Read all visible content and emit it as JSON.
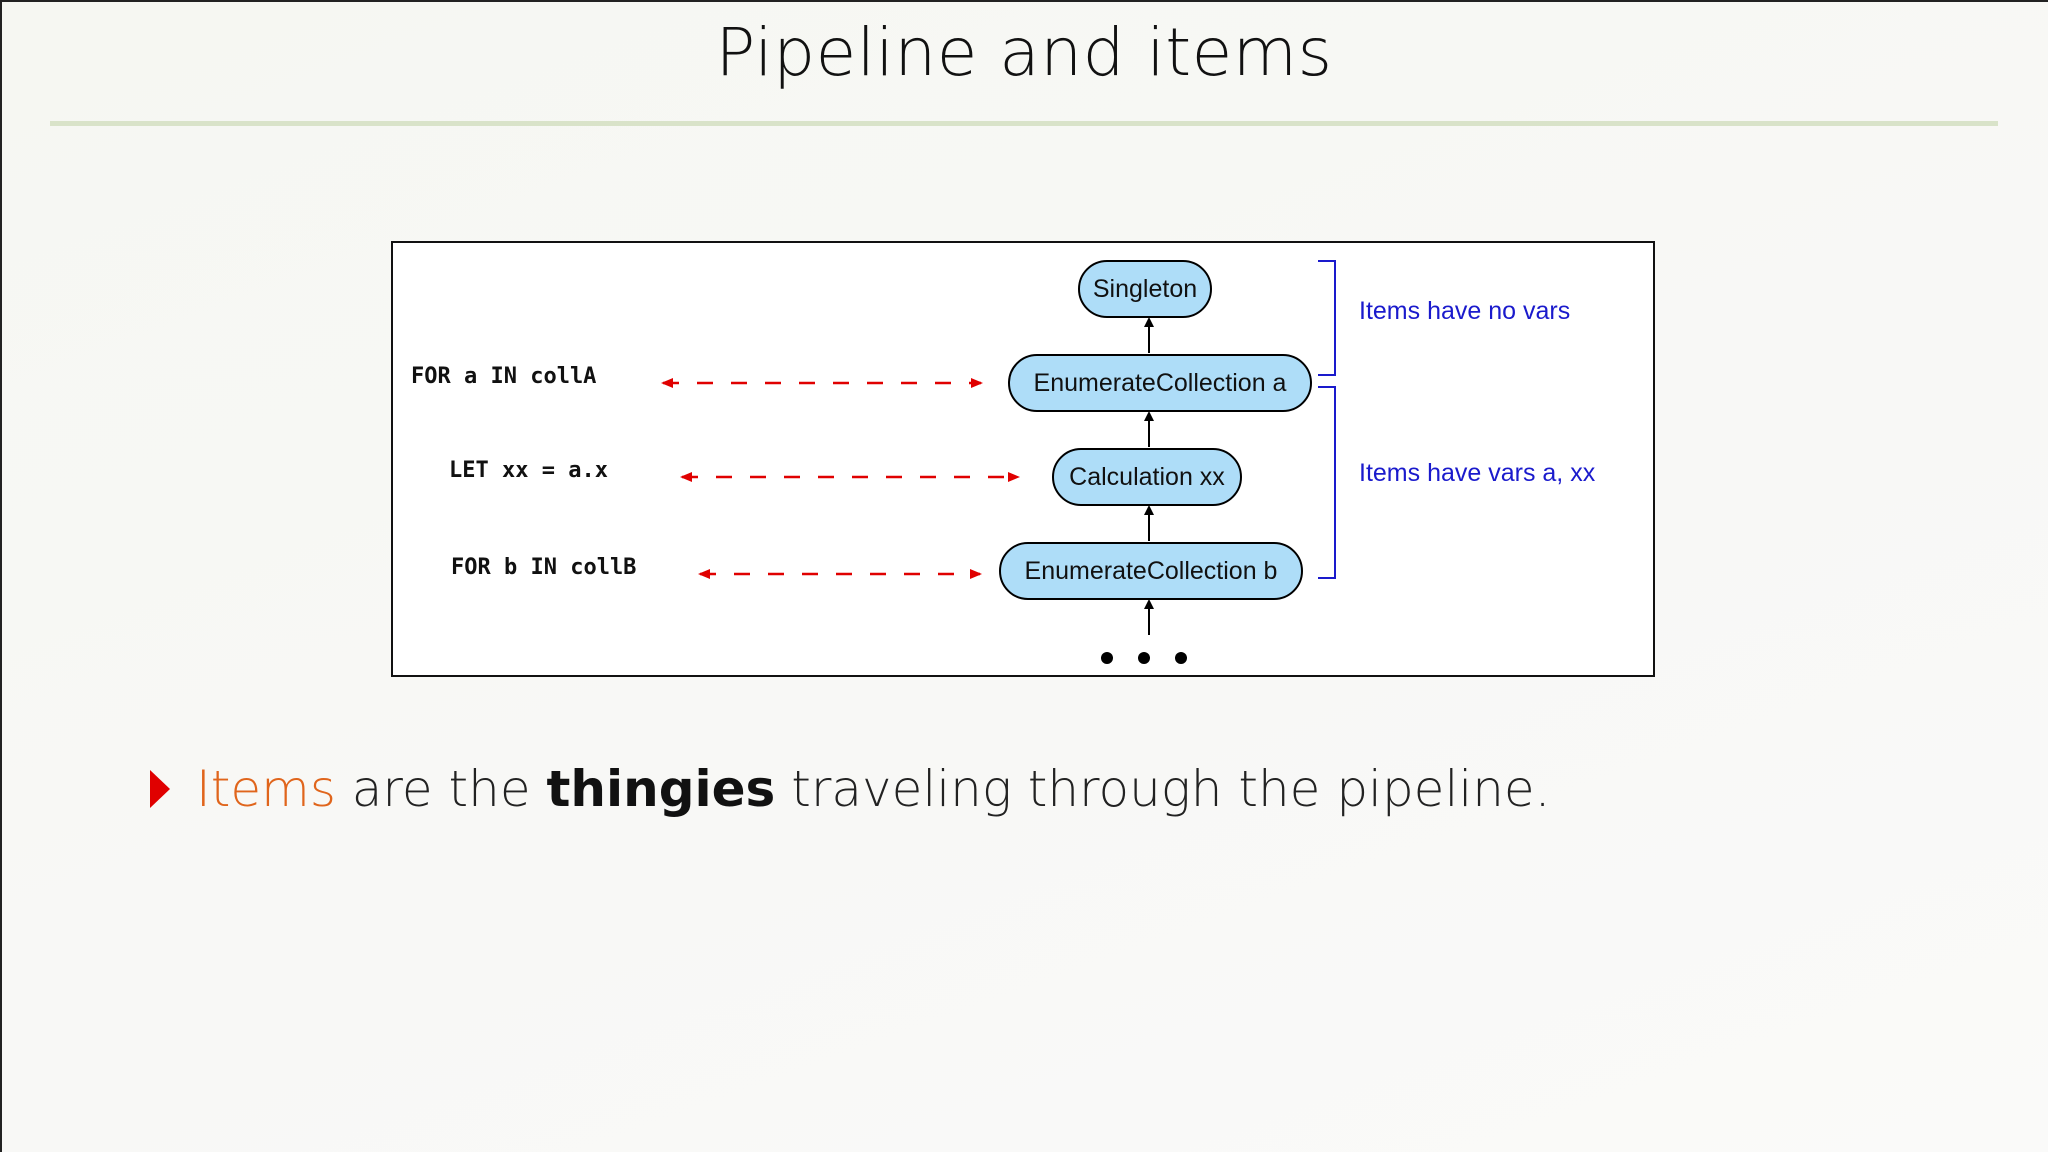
{
  "slide": {
    "title": "Pipeline and items"
  },
  "diagram": {
    "nodes": [
      {
        "id": "singleton",
        "label": "Singleton"
      },
      {
        "id": "enum-a",
        "label": "EnumerateCollection a"
      },
      {
        "id": "calc-xx",
        "label": "Calculation xx"
      },
      {
        "id": "enum-b",
        "label": "EnumerateCollection b"
      }
    ],
    "code_lines": [
      {
        "id": "for-a",
        "text": "FOR a IN collA"
      },
      {
        "id": "let-xx",
        "text": "LET xx = a.x"
      },
      {
        "id": "for-b",
        "text": "FOR b IN collB"
      }
    ],
    "annotations": [
      {
        "id": "no-vars",
        "text": "Items have no vars"
      },
      {
        "id": "vars-a-xx",
        "text": "Items have vars a, xx"
      }
    ],
    "colors": {
      "node_fill": "#aeddf8",
      "dashed_arrow": "#e00000",
      "bracket": "#1a1acc"
    }
  },
  "bullet": {
    "word_items": "Items",
    "text_1": " are the ",
    "word_thingies": "thingies",
    "text_2": " traveling through the pipeline.",
    "marker_color": "#e00000",
    "accent_color": "#e0651c"
  }
}
